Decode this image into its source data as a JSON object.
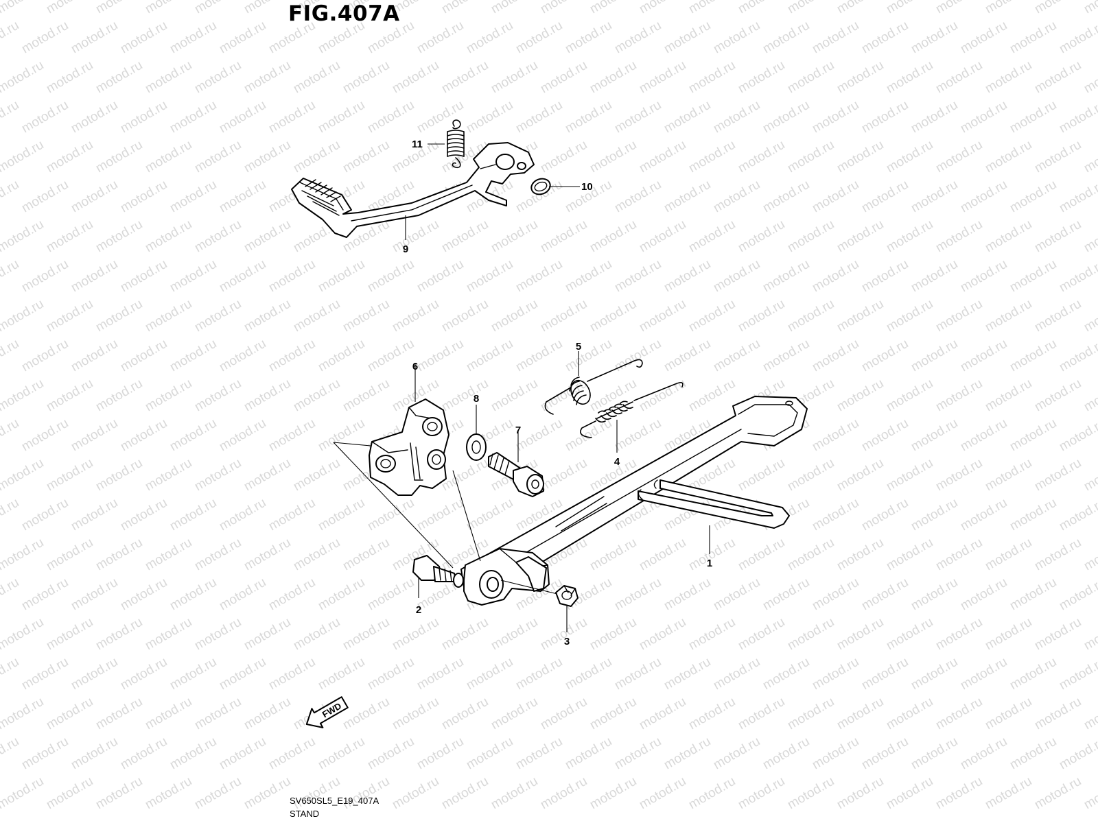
{
  "figure": {
    "title": "FIG.407A",
    "code": "SV650SL5_E19_407A",
    "name": "STAND"
  },
  "watermark": {
    "text": "motod.ru",
    "color": "#d8d8d8"
  },
  "direction": {
    "label": "FWD"
  },
  "callouts": [
    {
      "id": "1",
      "label": "1"
    },
    {
      "id": "2",
      "label": "2"
    },
    {
      "id": "3",
      "label": "3"
    },
    {
      "id": "4",
      "label": "4"
    },
    {
      "id": "5",
      "label": "5"
    },
    {
      "id": "6",
      "label": "6"
    },
    {
      "id": "7",
      "label": "7"
    },
    {
      "id": "8",
      "label": "8"
    },
    {
      "id": "9",
      "label": "9"
    },
    {
      "id": "10",
      "label": "10"
    },
    {
      "id": "11",
      "label": "11"
    }
  ]
}
